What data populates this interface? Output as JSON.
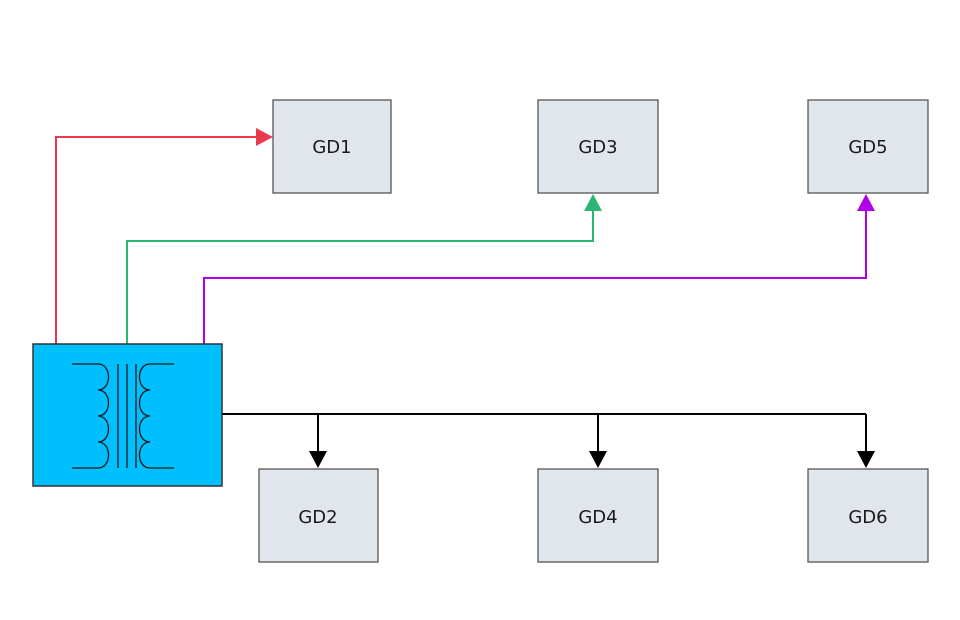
{
  "nodes": {
    "gd1": "GD1",
    "gd2": "GD2",
    "gd3": "GD3",
    "gd4": "GD4",
    "gd5": "GD5",
    "gd6": "GD6"
  },
  "colors": {
    "box_fill": "#e1e5ec",
    "box_stroke": "#555555",
    "transformer_fill": "#00bfff",
    "wire_gd1": "#e8394f",
    "wire_gd3": "#2bb673",
    "wire_gd5": "#b100e8",
    "wire_bus": "#000000"
  },
  "icons": {
    "transformer": "transformer-icon"
  }
}
